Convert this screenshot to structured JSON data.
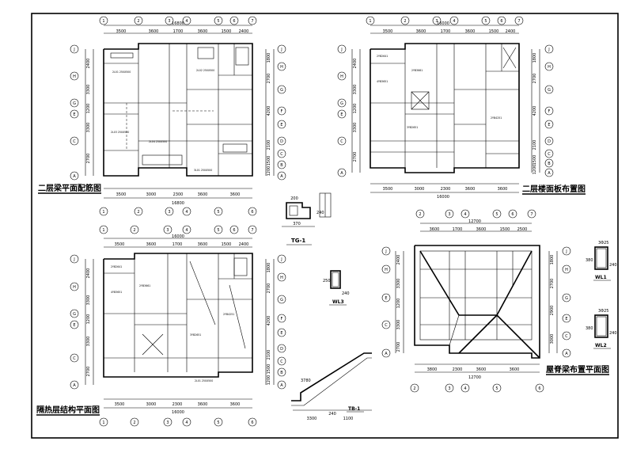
{
  "plans": {
    "second_floor_beam": {
      "title": "二层梁平面配筋图",
      "top_dims": [
        "3500",
        "3600",
        "1700",
        "3600",
        "1500",
        "2400"
      ],
      "top_total": "16800",
      "bottom_dims": [
        "3500",
        "3000",
        "2300",
        "3600",
        "3600"
      ],
      "bottom_total": "16800",
      "left_dims": [
        "2400",
        "3300",
        "1200",
        "3300",
        "2700"
      ],
      "right_dims": [
        "1800",
        "2700",
        "4200",
        "2100",
        "1500",
        "1200"
      ],
      "top_axes": [
        "1",
        "2",
        "3",
        "4",
        "5",
        "6",
        "7"
      ],
      "bottom_axes": [
        "1",
        "2",
        "3",
        "4",
        "5",
        "6"
      ],
      "left_axes": [
        "J",
        "H",
        "G",
        "E",
        "C",
        "A"
      ],
      "right_axes": [
        "J",
        "H",
        "G",
        "F",
        "E",
        "D",
        "C",
        "B",
        "A"
      ]
    },
    "second_floor_slab": {
      "title": "二层楼面板布置图",
      "top_dims": [
        "3500",
        "3600",
        "1700",
        "3600",
        "1500",
        "2400"
      ],
      "top_total": "16000",
      "bottom_dims": [
        "3500",
        "3000",
        "2300",
        "3600",
        "3600"
      ],
      "bottom_total": "16000",
      "left_dims": [
        "2400",
        "3300",
        "1200",
        "3300",
        "2700"
      ],
      "right_dims": [
        "1800",
        "2700",
        "4200",
        "2100",
        "1500",
        "1200"
      ],
      "top_axes": [
        "1",
        "2",
        "3",
        "4",
        "5",
        "6",
        "7"
      ],
      "left_axes": [
        "J",
        "H",
        "G",
        "E",
        "C",
        "A"
      ],
      "right_axes": [
        "J",
        "H",
        "G",
        "F",
        "E",
        "D",
        "C",
        "B",
        "A"
      ]
    },
    "insulation_layer": {
      "title": "隔热层结构平面图",
      "top_dims": [
        "3500",
        "3600",
        "1700",
        "3600",
        "1500",
        "2400"
      ],
      "top_total": "16000",
      "bottom_dims": [
        "3500",
        "3000",
        "2300",
        "3600",
        "3600"
      ],
      "bottom_total": "16000",
      "left_dims": [
        "2400",
        "3300",
        "1200",
        "3300",
        "2700"
      ],
      "right_dims": [
        "1800",
        "2700",
        "4200",
        "2100",
        "1500",
        "1200"
      ],
      "top_axes": [
        "1",
        "2",
        "3",
        "4",
        "5",
        "6",
        "7"
      ],
      "bottom_axes": [
        "1",
        "2",
        "3",
        "4",
        "5",
        "6"
      ],
      "left_axes": [
        "J",
        "H",
        "G",
        "E",
        "C",
        "A"
      ],
      "right_axes": [
        "J",
        "H",
        "G",
        "F",
        "E",
        "D",
        "C",
        "B",
        "A"
      ]
    },
    "roof_beam": {
      "title": "屋脊梁布置平面图",
      "top_dims": [
        "3600",
        "1700",
        "3600",
        "1500",
        "2500"
      ],
      "top_total": "12700",
      "bottom_dims": [
        "3800",
        "2300",
        "3600",
        "3600"
      ],
      "bottom_total": "12700",
      "left_dims": [
        "2400",
        "3300",
        "1200",
        "3300",
        "2700"
      ],
      "right_dims": [
        "1800",
        "2700",
        "2900",
        "3000"
      ],
      "top_axes": [
        "2",
        "3",
        "4",
        "5",
        "6",
        "7"
      ],
      "bottom_axes": [
        "2",
        "3",
        "4",
        "5",
        "6"
      ],
      "left_axes": [
        "J",
        "H",
        "E",
        "C",
        "A"
      ],
      "right_axes": [
        "J",
        "H",
        "G",
        "E",
        "C",
        "A"
      ]
    }
  },
  "details": {
    "tg1": {
      "label": "TG-1",
      "dims": [
        "370",
        "200",
        "240"
      ]
    },
    "wl3": {
      "label": "WL3",
      "dims": [
        "240",
        "250"
      ]
    },
    "wl1": {
      "label": "WL1",
      "dims": [
        "240",
        "380",
        "3Φ25"
      ]
    },
    "wl2": {
      "label": "WL2",
      "dims": [
        "240",
        "380",
        "3Φ25"
      ]
    },
    "ladder": {
      "label": "TB-1",
      "dims": [
        "3300",
        "240",
        "3780",
        "1100"
      ]
    }
  },
  "beam_tags": [
    "2L01 250X500",
    "2L02 250X500",
    "2L03 250X500",
    "2L04 250X500",
    "3L01 250X500"
  ],
  "slab_tags": [
    "2YB2641",
    "2YB3661",
    "4YB3651",
    "2YB4251",
    "3YB2651"
  ]
}
